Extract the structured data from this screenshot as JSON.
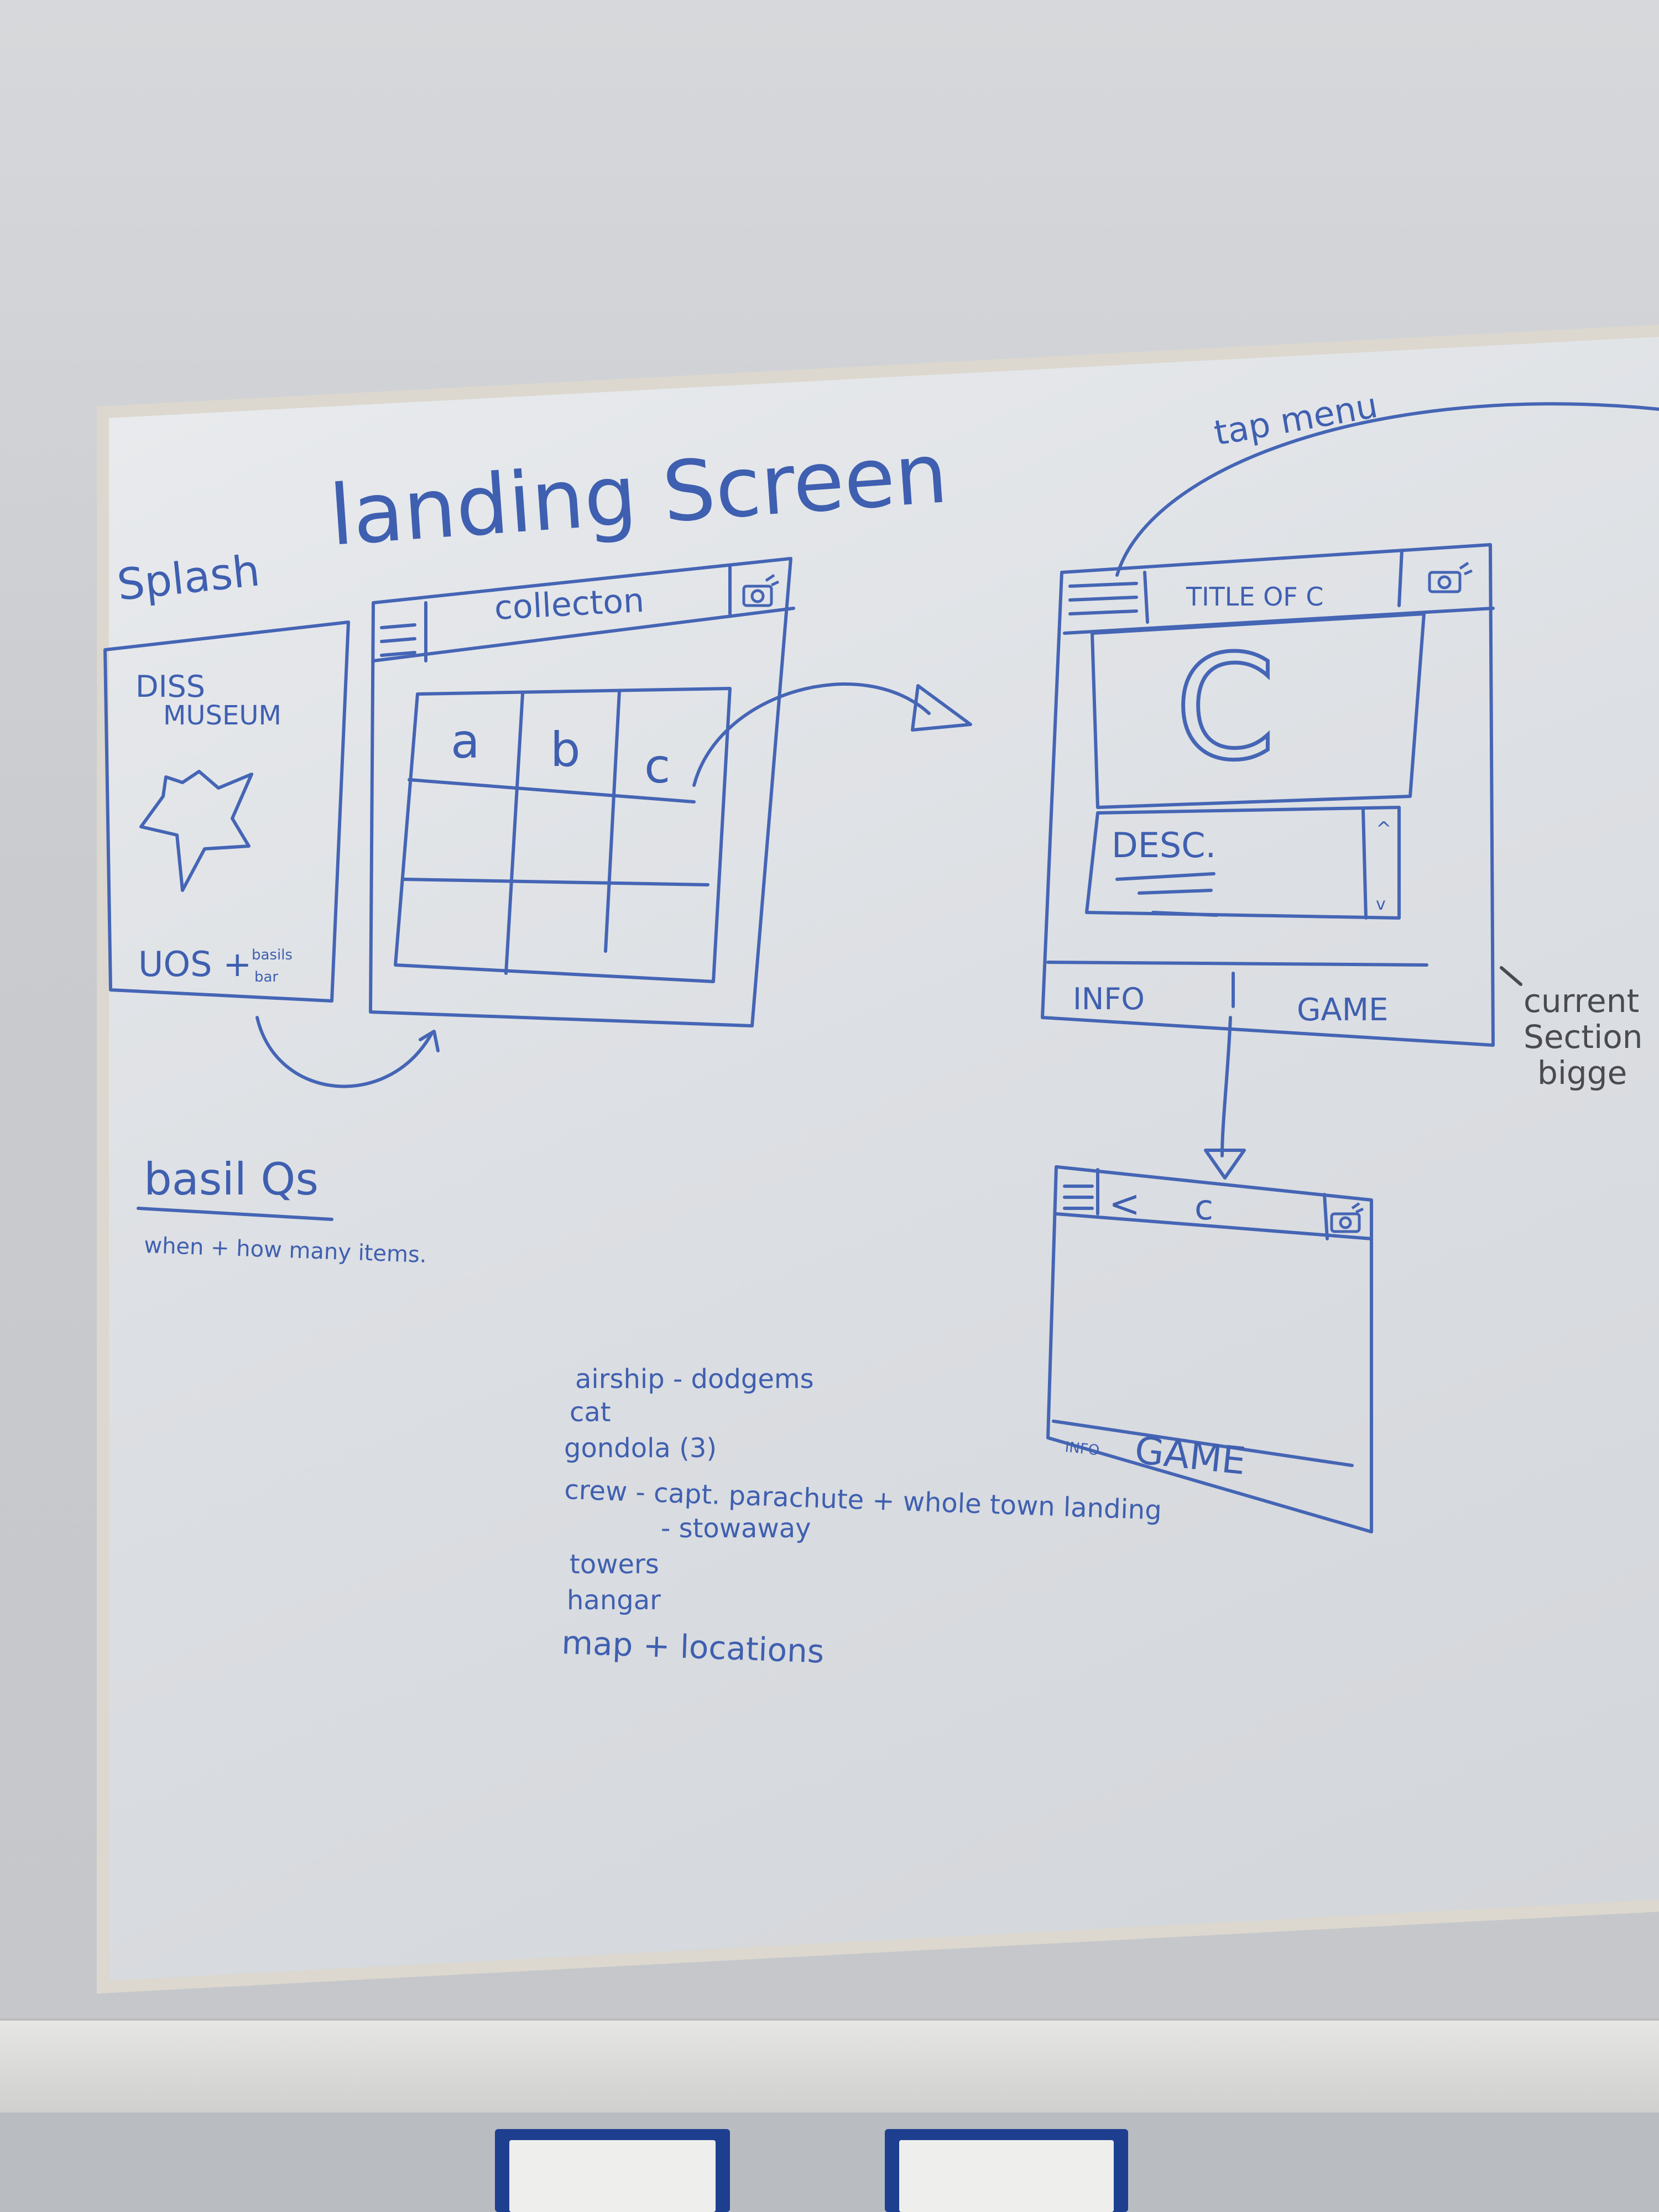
{
  "heading": "landing Screen",
  "splash": {
    "label": "Splash",
    "title_line1": "DISS",
    "title_line2": "MUSEUM",
    "footer_main": "UOS +",
    "footer_small1": "basils",
    "footer_small2": "bar"
  },
  "collection_screen": {
    "title": "collecton",
    "grid_cells": [
      "a",
      "b",
      "c"
    ]
  },
  "detail_screen": {
    "annotation": "tap menu",
    "title": "TITLE OF C",
    "big_letter": "C",
    "desc": "DESC.",
    "scroll_up": "^",
    "scroll_down": "v",
    "tab_info": "INFO",
    "tab_game": "GAME",
    "side_note_line1": "current",
    "side_note_line2": "Section",
    "side_note_line3": "bigge"
  },
  "game_screen": {
    "back_glyph": "<",
    "title": "c",
    "tab_info": "INFO",
    "tab_game": "GAME"
  },
  "basil_qs": {
    "heading": "basil Qs",
    "line": "when + how many items."
  },
  "notes": [
    "airship - dodgems",
    "cat",
    "gondola (3)",
    "crew - capt. parachute + whole town landing",
    "- stowaway",
    "towers",
    "hangar",
    "map + locations"
  ],
  "colors": {
    "ink_blue": "#3f5fb0",
    "ink_dark": "#4a4a52",
    "board": "#e3e5e8",
    "frame": "#dcd8cf"
  }
}
